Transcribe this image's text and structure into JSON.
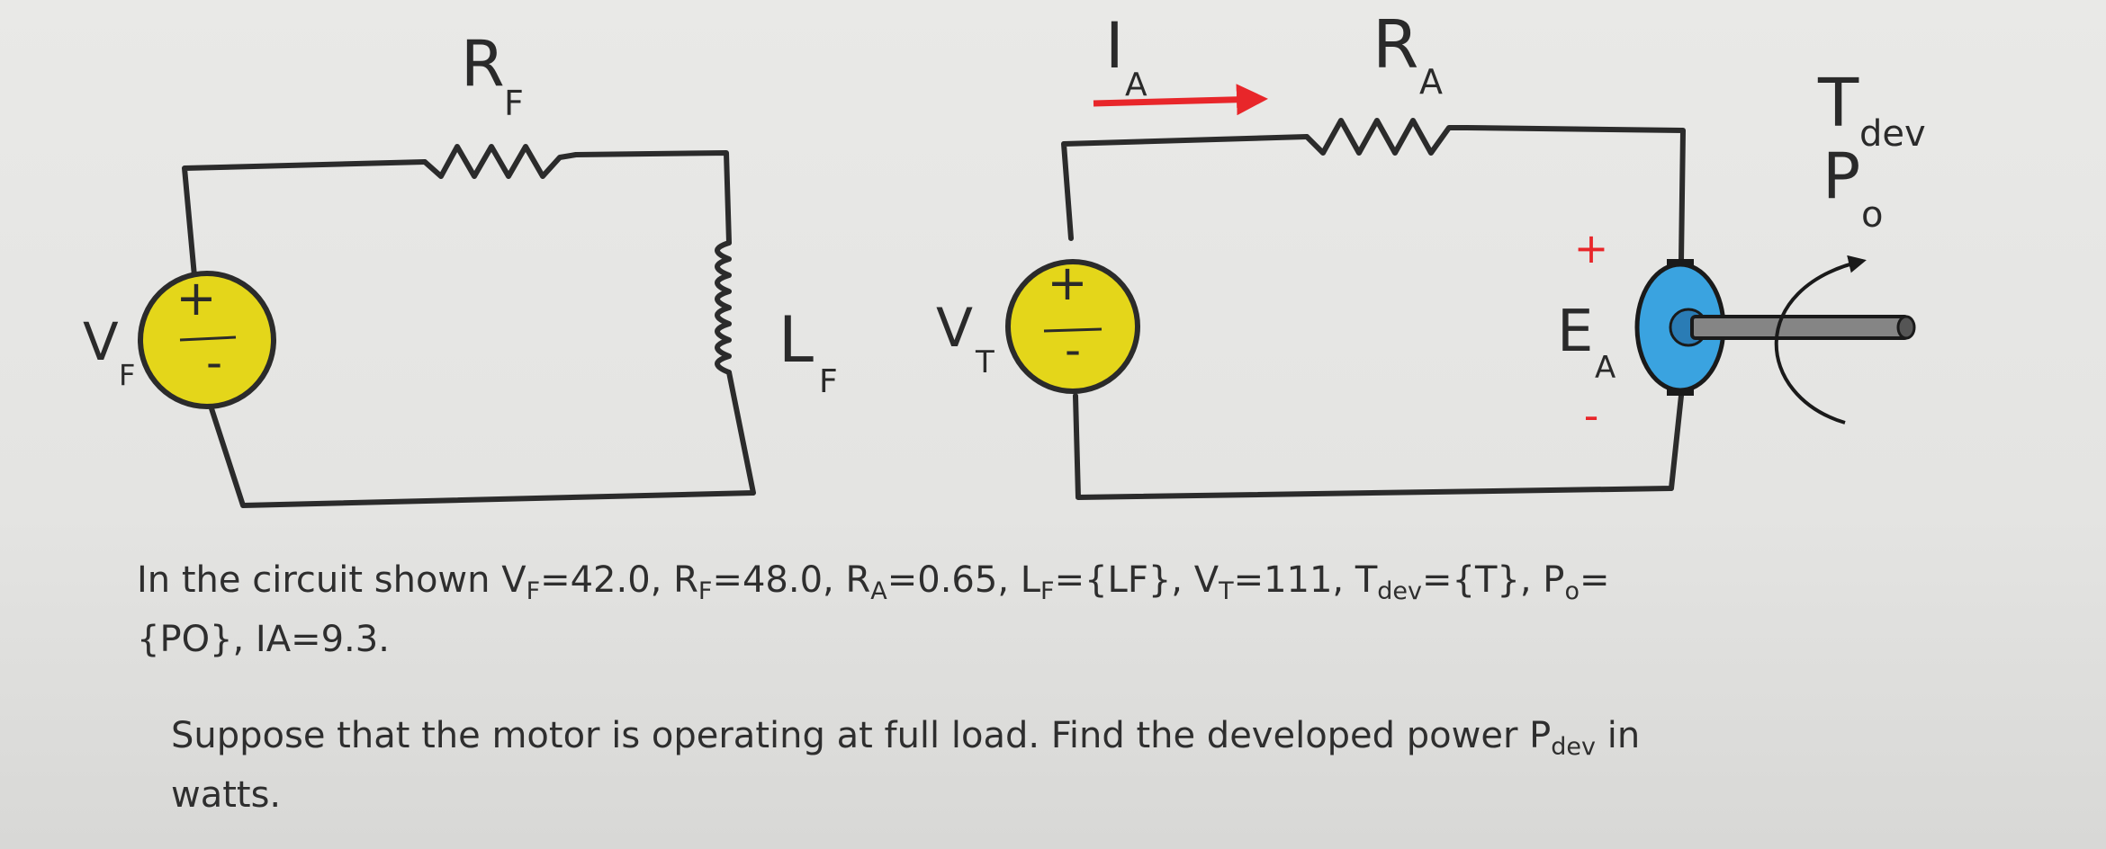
{
  "diagram": {
    "labels": {
      "rf_main": "R",
      "rf_sub": "F",
      "lf_main": "L",
      "lf_sub": "F",
      "vf_main": "V",
      "vf_sub": "F",
      "vt_main": "V",
      "vt_sub": "T",
      "ia_main": "I",
      "ia_sub": "A",
      "ra_main": "R",
      "ra_sub": "A",
      "ea_main": "E",
      "ea_sub": "A",
      "tdev_main": "T",
      "tdev_sub": "dev",
      "po_main": "P",
      "po_sub": "o",
      "plus": "+",
      "minus": "-"
    },
    "colors": {
      "wire": "#2b2b2b",
      "source_fill": "#e4d61a",
      "motor_fill": "#3aa3e0",
      "arrow_red": "#e8262a",
      "shaft": "#808080"
    }
  },
  "problem": {
    "p1": "In the circuit shown V",
    "s1": "F",
    "p2": "=42.0, R",
    "s2": "F",
    "p3": "=48.0, R",
    "s3": "A",
    "p4": "=0.65, L",
    "s4": "F",
    "p5": "={LF}, V",
    "s5": "T",
    "p6": "=111, T",
    "s6": "dev",
    "p7": "={T}, P",
    "s7": "o",
    "p8": "=",
    "line2": "{PO}, IA=9.3."
  },
  "question": {
    "q1": "Suppose that the motor is operating at full load. Find the developed power P",
    "qs": "dev",
    "q2": " in",
    "line2": "watts."
  }
}
